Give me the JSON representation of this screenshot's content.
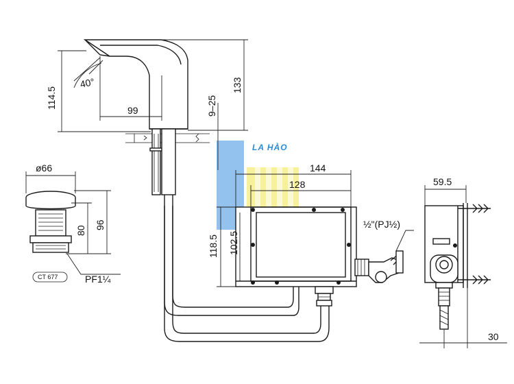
{
  "watermark": {
    "text": "LA HÀO"
  },
  "faucet": {
    "dims": {
      "spout_height": "114.5",
      "angle": "40°",
      "reach": "99",
      "total_height": "133",
      "deck_thickness": "9–25"
    }
  },
  "drain": {
    "dims": {
      "diameter": "ø66",
      "h80": "80",
      "h96": "96"
    },
    "model_label": "CT 677",
    "thread_label": "PF1¼"
  },
  "control_box": {
    "dims": {
      "width": "144",
      "inner": "128",
      "height": "118.5",
      "inner_height": "102.5"
    },
    "connection_label": "½\"(PJ½)"
  },
  "side_view": {
    "dims": {
      "depth": "59.5",
      "offset": "30"
    }
  },
  "colors": {
    "watermark_blue": "#7fb7ea",
    "watermark_yellow": "#f7ef8a",
    "line": "#1a1a1a"
  }
}
